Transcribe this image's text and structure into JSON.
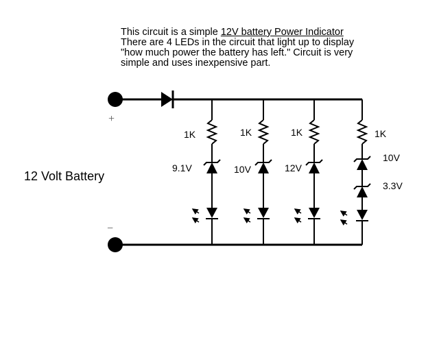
{
  "description": {
    "line1_prefix": "This circuit is a simple ",
    "line1_highlight": "12V battery Power Indicator",
    "line2": "There are 4 LEDs in the circuit that light up to display",
    "line3": "\"how much power the battery has left.\" Circuit is very",
    "line4": "simple and uses inexpensive part."
  },
  "battery": {
    "label": "12 Volt Battery",
    "plus": "+",
    "minus": "−"
  },
  "branches": [
    {
      "resistor": "1K",
      "zener": "9.1V"
    },
    {
      "resistor": "1K",
      "zener": "10V"
    },
    {
      "resistor": "1K",
      "zener": "12V"
    },
    {
      "resistor": "1K",
      "zener_top": "10V",
      "zener_bottom": "3.3V"
    }
  ]
}
